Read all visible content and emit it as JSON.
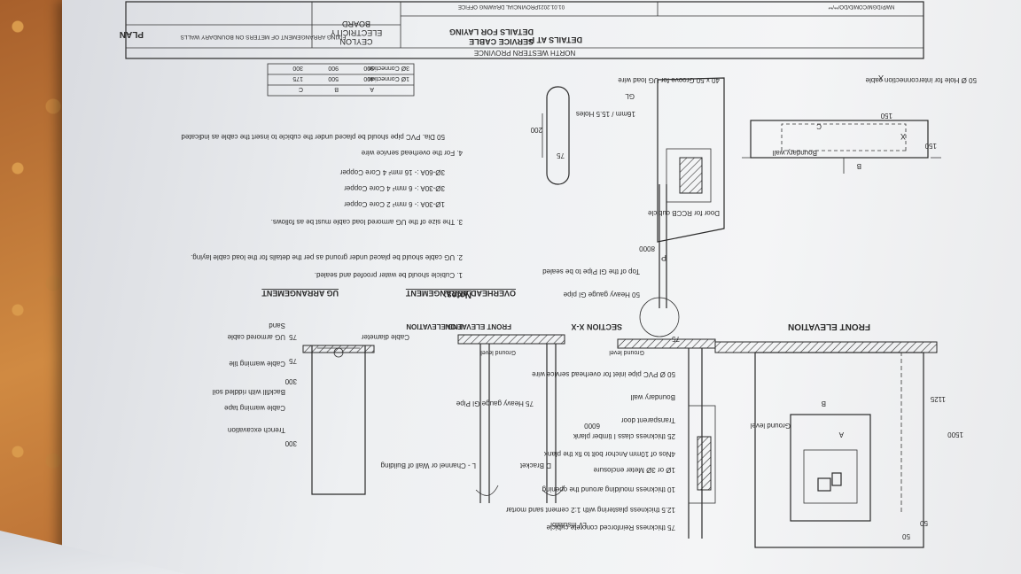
{
  "title_block": {
    "province": "NORTH WESTERN PROVINCE",
    "org_line1": "CEYLON",
    "org_line2": "ELECTRICITY",
    "org_line3": "BOARD",
    "drawing_title": "FIXING ARRANGEMENT OF METERS ON BOUNDARY WALLS",
    "office": "PROVINCIAL DRAWING OFFICE",
    "date": "01.01.2021",
    "drawing_no": "NWP/DGM/COM/D/DO/**/**"
  },
  "views": {
    "front_elevation": "FRONT ELEVATION",
    "section_xx": "SECTION X-X",
    "plan": "PLAN",
    "front_elevation_small": "FRONT ELEVATION",
    "end_elevation": "END ELEVATION",
    "overhead_arrangement": "OVERHEAD ARRANGEMENT",
    "ug_arrangement": "UG ARRANGEMENT",
    "details_service_cable_1": "DETAILS FOR LAYING",
    "details_service_cable_2": "SERVICE CABLE",
    "details_at_p": "DETAILS AT P"
  },
  "labels": {
    "cubicle": "75 thickness Reinforced concrete cubicle",
    "plastering": "12.5 thickness plastering with 1:2 cement sand mortar",
    "moulding": "10 thickness moulding around the opening",
    "meter_enclosure": "1Ø or 3Ø Meter enclosure",
    "anchor_bolt": "4Nos of 10mm Anchor bolt to fix the plank",
    "timber_plank": "25 thickness class I timber plank",
    "transparent_door": "Transparent door",
    "boundary_wall": "Boundary wall",
    "pvc_inlet": "50 Ø PVC pipe inlet for overhead service wire",
    "ground_level": "Ground level",
    "lv_insulator": "LV insulator",
    "d_bracket": "D Bracket",
    "l_channel": "L - Channel or Wall of Building",
    "gi_pipe": "75 Heavy gauge GI Pipe",
    "trench": "Trench excavation",
    "warning_tape": "Cable warning tape",
    "backfill": "Backfill with riddled soil",
    "warning_tile": "Cable warning tile",
    "sand": "Sand",
    "ug_cable": "UG armored cable",
    "cable_diameter": "Cable diameter",
    "door_rccb": "Door for RCCB cubicle",
    "groove": "40 x 50 Groove for UG load wire",
    "hole": "50 Ø Hole for interconnection cable",
    "holes_16": "16mm / 15.5 Holes",
    "gi_pipe_50": "50 Heavy gauge GI pipe",
    "gi_sealed": "Top of the GI Pipe to be sealed",
    "p": "P",
    "gl": "GL",
    "x1": "X",
    "x2": "X",
    "a": "A",
    "b": "B",
    "c": "C"
  },
  "dimensions": {
    "d50a": "50",
    "d50b": "50",
    "d1125": "1125",
    "d1500": "1500",
    "d6000": "6000",
    "d8000": "8000",
    "d300a": "300",
    "d300b": "300",
    "d75a": "75",
    "d75b": "75",
    "d75c": "75",
    "d150a": "150",
    "d150b": "150",
    "d200": "200",
    "d75d": "75"
  },
  "notes": {
    "heading": "Notes:",
    "items": [
      "1.   Cubicle should be water proofed and sealed.",
      "2.   UG cable should be placed under ground as per the details for the load cable laying.",
      "3.   The size of the UG armored load cable must be as follows.",
      "4.   For the overhead service wire",
      "50 Dia. PVC pipe should be placed under the cubicle to insert the cable as indicated"
    ],
    "sizes": [
      "1Ø-30A :- 6 mm² 2 Core  Copper",
      "3Ø-30A :- 6 mm² 4 Core  Copper",
      "3Ø-60A :- 16 mm² 4 Core  Copper"
    ]
  },
  "abc_table": {
    "headers": [
      "",
      "A",
      "B",
      "C"
    ],
    "rows": [
      [
        "1Ø Connection",
        "400",
        "500",
        "175"
      ],
      [
        "3Ø Connection",
        "900",
        "900",
        "300"
      ]
    ]
  }
}
